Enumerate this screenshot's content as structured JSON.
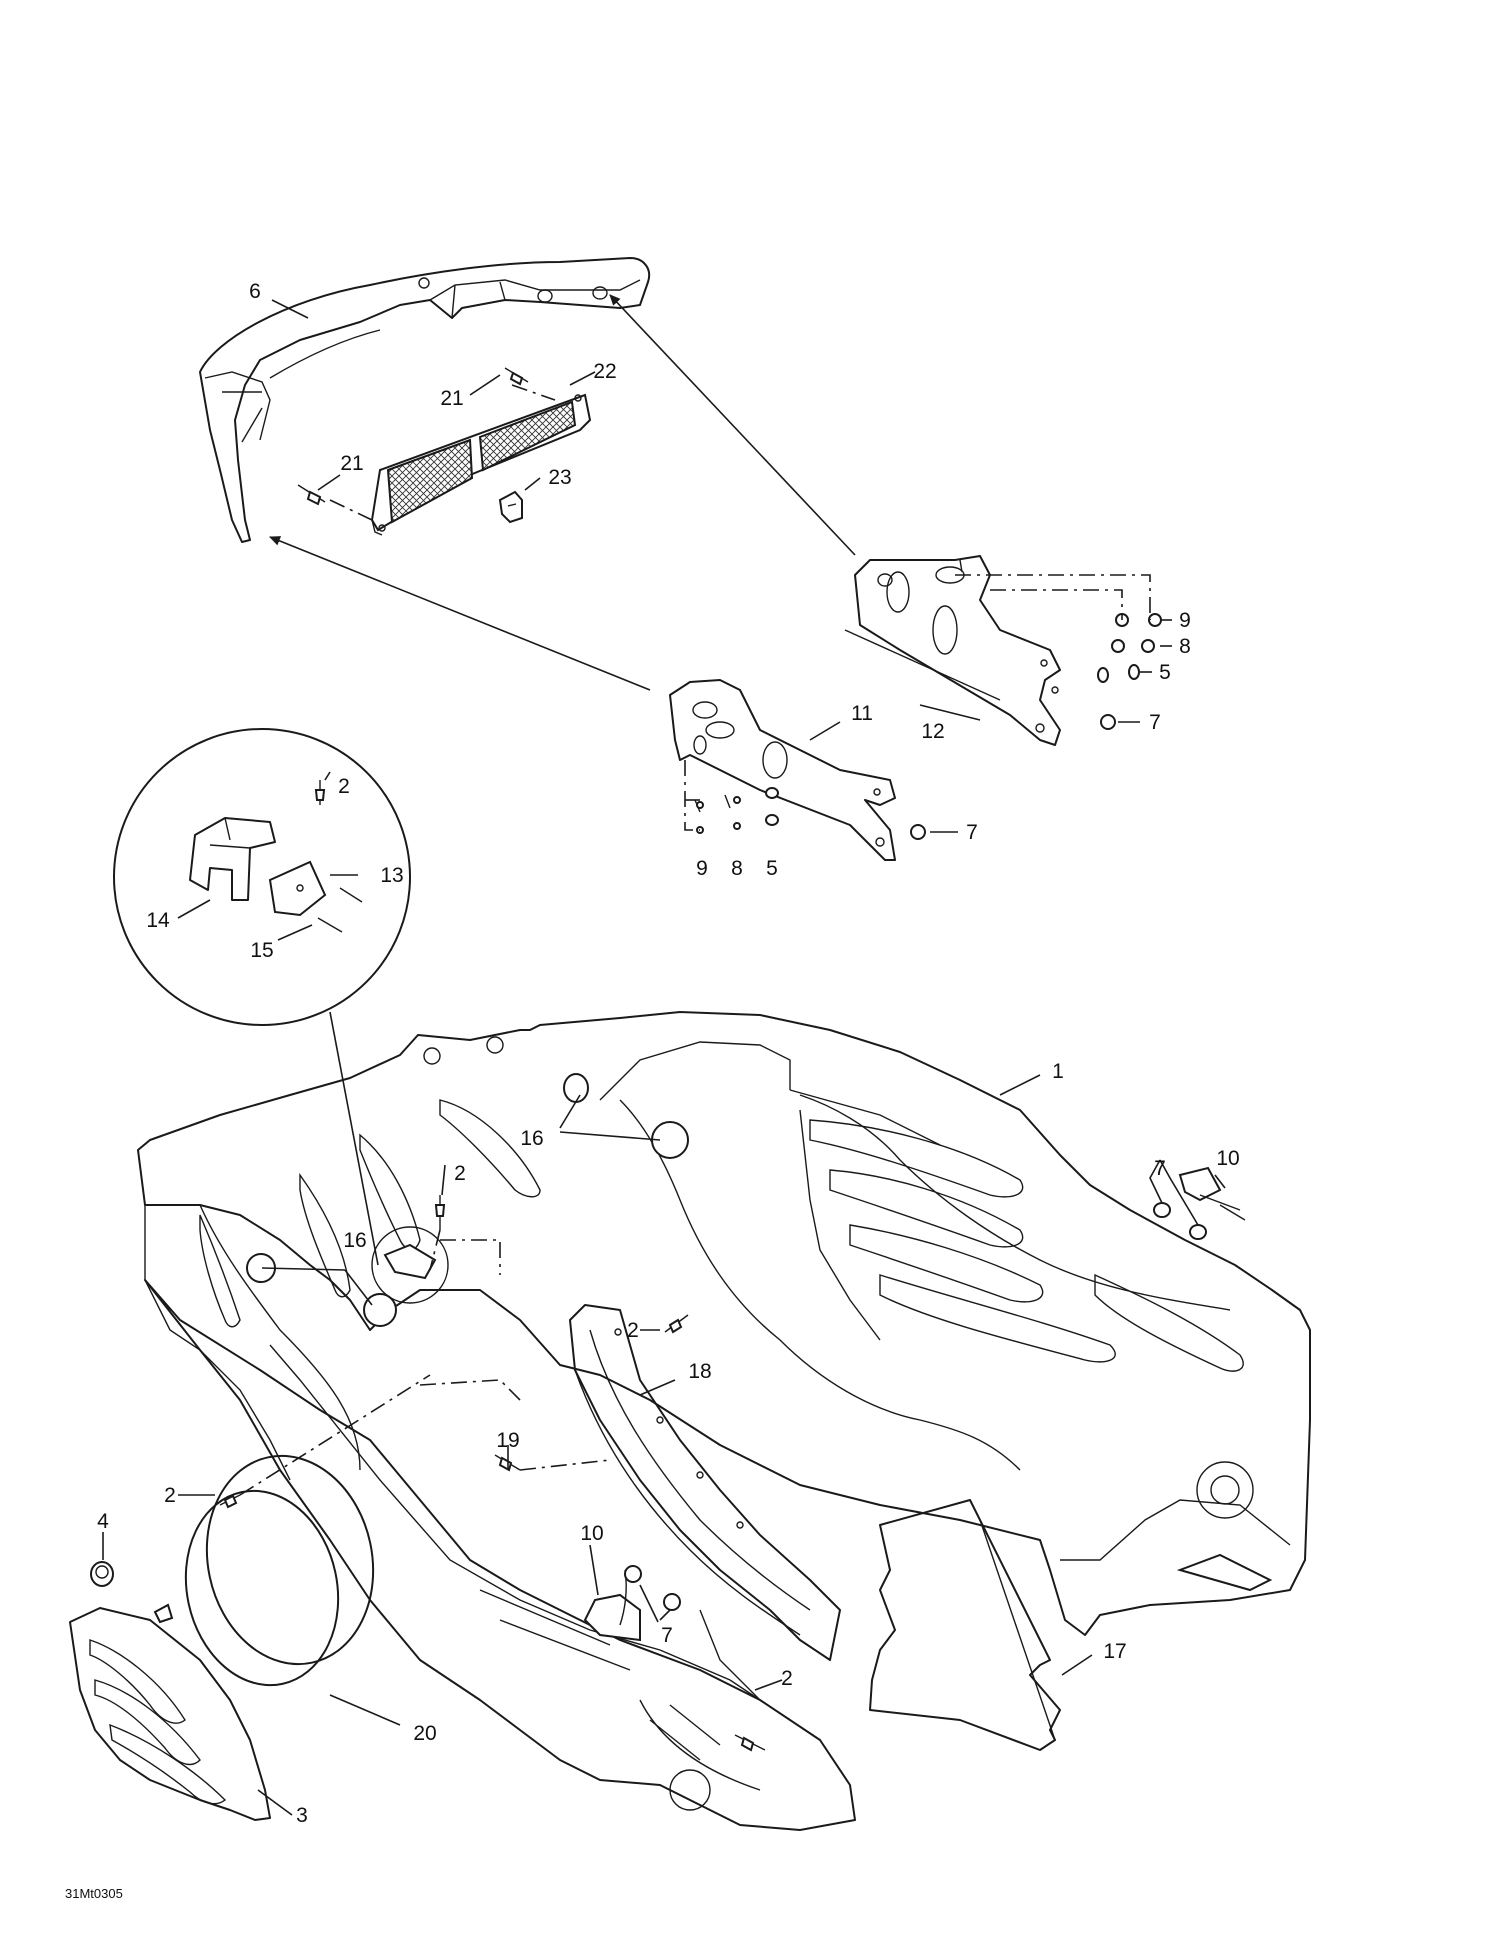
{
  "figure_code": "31Mt0305",
  "callouts": [
    {
      "id": "c6",
      "text": "6"
    },
    {
      "id": "c21a",
      "text": "21"
    },
    {
      "id": "c22",
      "text": "22"
    },
    {
      "id": "c21b",
      "text": "21"
    },
    {
      "id": "c23",
      "text": "23"
    },
    {
      "id": "c9a",
      "text": "9"
    },
    {
      "id": "c8a",
      "text": "8"
    },
    {
      "id": "c5a",
      "text": "5"
    },
    {
      "id": "c7a",
      "text": "7"
    },
    {
      "id": "c12",
      "text": "12"
    },
    {
      "id": "c11",
      "text": "11"
    },
    {
      "id": "c7b",
      "text": "7"
    },
    {
      "id": "c9b",
      "text": "9"
    },
    {
      "id": "c8b",
      "text": "8"
    },
    {
      "id": "c5b",
      "text": "5"
    },
    {
      "id": "c2a",
      "text": "2"
    },
    {
      "id": "c13",
      "text": "13"
    },
    {
      "id": "c14",
      "text": "14"
    },
    {
      "id": "c15",
      "text": "15"
    },
    {
      "id": "c1",
      "text": "1"
    },
    {
      "id": "c16a",
      "text": "16"
    },
    {
      "id": "c2b",
      "text": "2"
    },
    {
      "id": "c7c",
      "text": "7"
    },
    {
      "id": "c10a",
      "text": "10"
    },
    {
      "id": "c16b",
      "text": "16"
    },
    {
      "id": "c2c",
      "text": "2"
    },
    {
      "id": "c18",
      "text": "18"
    },
    {
      "id": "c19",
      "text": "19"
    },
    {
      "id": "c2d",
      "text": "2"
    },
    {
      "id": "c4",
      "text": "4"
    },
    {
      "id": "c10b",
      "text": "10"
    },
    {
      "id": "c7d",
      "text": "7"
    },
    {
      "id": "c17",
      "text": "17"
    },
    {
      "id": "c2e",
      "text": "2"
    },
    {
      "id": "c20",
      "text": "20"
    },
    {
      "id": "c3",
      "text": "3"
    }
  ]
}
